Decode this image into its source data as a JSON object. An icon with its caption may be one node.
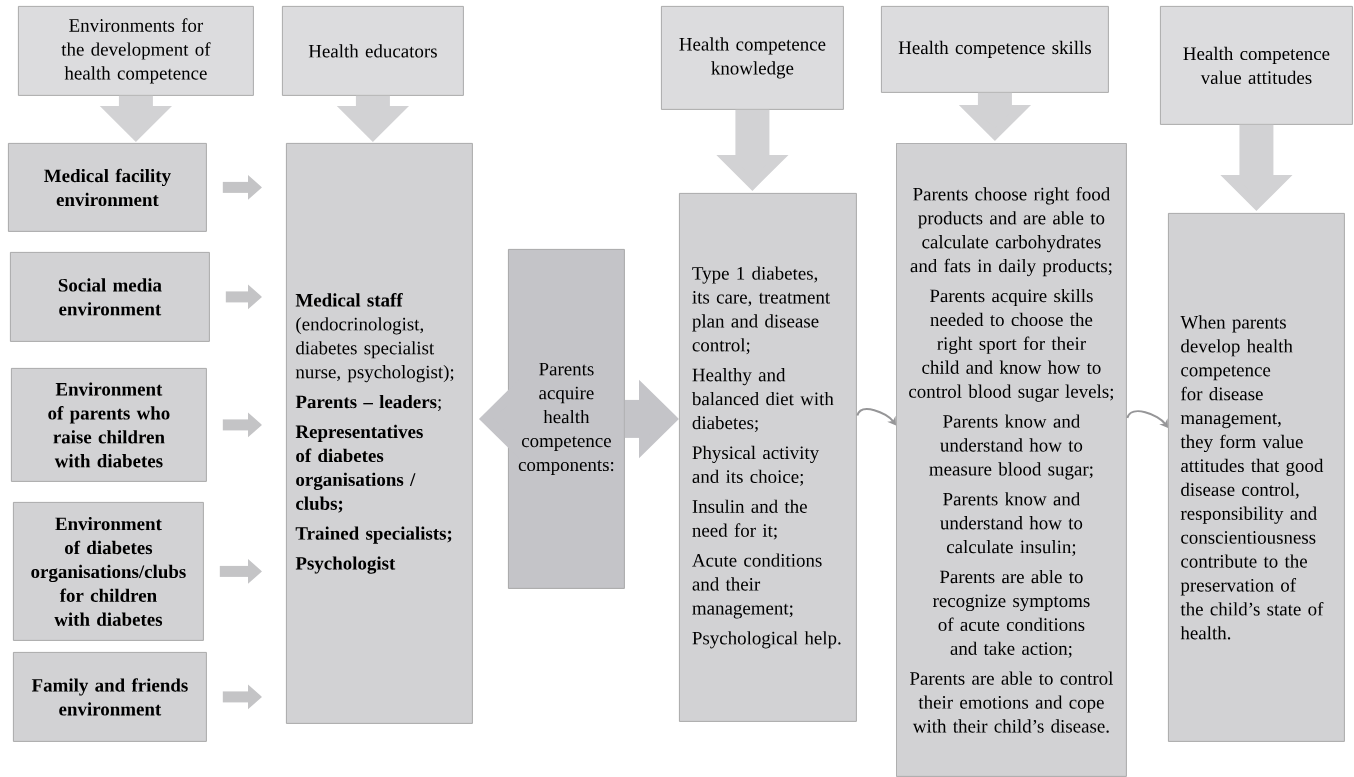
{
  "diagram": {
    "nodes": [
      {
        "text": [
          "Environments for the development of health competence"
        ]
      },
      {
        "text": [
          "Health educators"
        ]
      },
      {
        "text": [
          "Health competence knowledge"
        ]
      },
      {
        "text": [
          "Health competence skills"
        ]
      },
      {
        "text": [
          "Health competence value attitudes"
        ]
      },
      {
        "text": [
          "Medical facility environment"
        ]
      },
      {
        "text": [
          "Social media environment"
        ]
      },
      {
        "text": [
          "Environment of parents who raise children with diabetes"
        ]
      },
      {
        "text": [
          "Environment of diabetes organisations/clubs for children with diabetes"
        ]
      },
      {
        "text": [
          "Family and friends environment"
        ]
      },
      {
        "text": [
          "**Medical staff** (endocrinologist, diabetes specialist nurse, psychologist);",
          "**Parents – leaders**;",
          "Representatives of diabetes organisations / clubs;",
          "Trained specialists;",
          "Psychologist"
        ]
      },
      {
        "text": [
          "Parents acquire health competence components:"
        ]
      },
      {
        "text": [
          "Type 1 diabetes, its care, treatment plan and disease control;",
          "Healthy and balanced diet with diabetes;",
          "Physical activity and its choice;",
          "Insulin and the need for it;",
          "Acute conditions and their management;",
          "Psychological help."
        ]
      },
      {
        "text": [
          "Parents choose right food products and are able to calculate carbohydrates and fats in daily products;",
          "Parents acquire skills needed to choose the right sport for their child and know how to control blood sugar levels;",
          "Parents know and understand how to measure blood sugar;",
          "Parents know and understand how to calculate insulin;",
          "Parents are able to recognize symptoms of acute conditions and take action;",
          "Parents are able to control their emotions and cope with their child’s disease."
        ]
      },
      {
        "text": [
          "When parents develop health competence for disease management, they form value attitudes that good disease control, responsibility and conscientiousness contribute to the preservation of the child’s state of health."
        ]
      }
    ],
    "edges": [
      {
        "from": 0,
        "to": 5,
        "arrow": "to",
        "style": "thick"
      },
      {
        "from": 1,
        "to": 10,
        "arrow": "to",
        "style": "thick"
      },
      {
        "from": 2,
        "to": 12,
        "arrow": "to",
        "style": "thick"
      },
      {
        "from": 3,
        "to": 13,
        "arrow": "to",
        "style": "thick"
      },
      {
        "from": 4,
        "to": 14,
        "arrow": "to",
        "style": "thick"
      },
      {
        "from": 5,
        "to": 10,
        "arrow": "to"
      },
      {
        "from": 6,
        "to": 10,
        "arrow": "to"
      },
      {
        "from": 7,
        "to": 10,
        "arrow": "to"
      },
      {
        "from": 8,
        "to": 10,
        "arrow": "to"
      },
      {
        "from": 9,
        "to": 10,
        "arrow": "to"
      },
      {
        "from": 11,
        "to": 10,
        "arrow": "to",
        "style": "thick"
      },
      {
        "from": 11,
        "to": 12,
        "arrow": "to",
        "style": "thick"
      },
      {
        "from": 12,
        "to": 13,
        "arrow": "to"
      },
      {
        "from": 13,
        "to": 14,
        "arrow": "to"
      }
    ]
  }
}
